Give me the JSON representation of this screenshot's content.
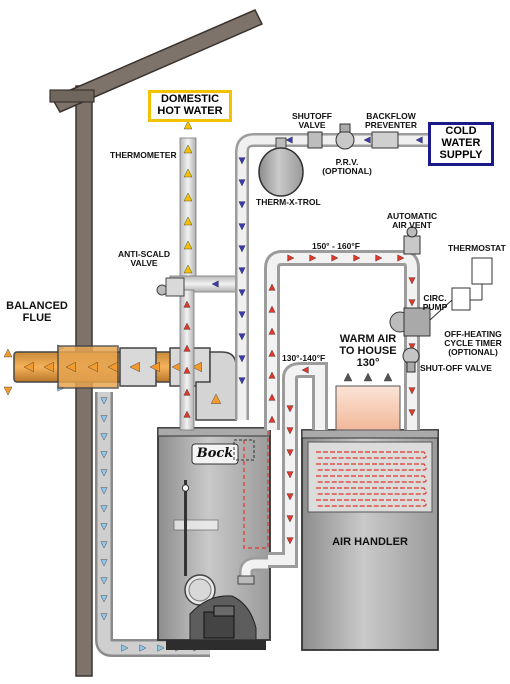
{
  "labels": {
    "domestic_hot_water": [
      "DOMESTIC",
      "HOT WATER"
    ],
    "cold_water_supply": [
      "COLD",
      "WATER",
      "SUPPLY"
    ],
    "shutoff_valve_top": [
      "SHUTOFF",
      "VALVE"
    ],
    "backflow_preventer": [
      "BACKFLOW",
      "PREVENTER"
    ],
    "prv": [
      "P.R.V.",
      "(OPTIONAL)"
    ],
    "thermometer": "THERMOMETER",
    "therm_x_trol": "THERM-X-TROL",
    "automatic_air_vent": [
      "AUTOMATIC",
      "AIR VENT"
    ],
    "thermostat": "THERMOSTAT",
    "anti_scald_valve": [
      "ANTI-SCALD",
      "VALVE"
    ],
    "temp_150_160": "150° - 160°F",
    "circ_pump": [
      "CIRC.",
      "PUMP"
    ],
    "balanced_flue": [
      "BALANCED",
      "FLUE"
    ],
    "off_heating_timer": [
      "OFF-HEATING",
      "CYCLE TIMER",
      "(OPTIONAL)"
    ],
    "warm_air": [
      "WARM AIR",
      "TO HOUSE",
      "130°"
    ],
    "temp_130_140": "130°-140°F",
    "shut_off_valve": "SHUT-OFF VALVE",
    "brand": "Bock",
    "air_handler": "AIR HANDLER"
  },
  "colors": {
    "domestic_box_border": "#f2c200",
    "cold_box_border": "#1a1a8c",
    "hot_arrow": "#e0362a",
    "cold_arrow": "#3a3ab0",
    "domestic_arrow": "#f4c300",
    "flue_exhaust": "#f39a2e",
    "fresh_air": "#8fc6ee"
  }
}
